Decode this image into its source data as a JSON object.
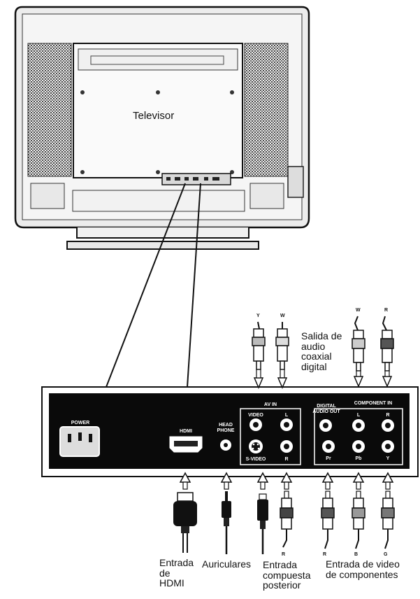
{
  "tv_label": "Televisor",
  "panel": {
    "power": "POWER",
    "hdmi": "HDMI",
    "headphone": "HEAD PHONE",
    "av_in": "AV IN",
    "video": "VIDEO",
    "l": "L",
    "r": "R",
    "s_video": "S-VIDEO",
    "digital_audio_out": "DIGITAL AUDIO OUT",
    "component_in": "COMPONENT IN",
    "pr": "Pr",
    "pb": "Pb",
    "y": "Y"
  },
  "plugs": {
    "top_y": "Y",
    "top_w1": "W",
    "top_w2": "W",
    "top_r": "R",
    "bottom_r1": "R",
    "bottom_r2": "R",
    "bottom_b": "B",
    "bottom_g": "G"
  },
  "captions": {
    "coaxial": [
      "Salida de",
      "audio",
      "coaxial",
      "digital"
    ],
    "hdmi": [
      "Entrada",
      "de",
      "HDMI"
    ],
    "headphones": [
      "Auriculares"
    ],
    "composite": [
      "Entrada",
      "compuesta",
      "posterior"
    ],
    "component": [
      "Entrada de video",
      "de componentes"
    ]
  }
}
